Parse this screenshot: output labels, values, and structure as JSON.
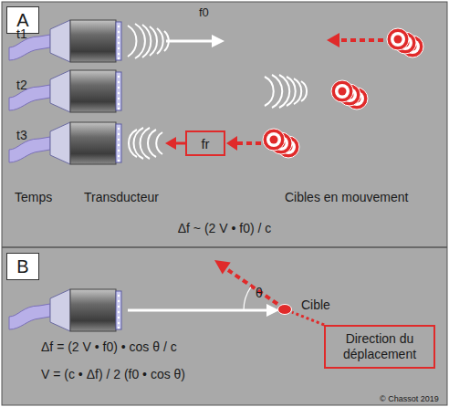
{
  "diagram": {
    "nodes": [
      {
        "text": [
          "A"
        ]
      },
      {
        "text": [
          "fr"
        ]
      },
      {
        "text": [
          "B"
        ]
      },
      {
        "text": [
          "Cible"
        ]
      },
      {
        "text": [
          "Direction du déplacement"
        ]
      }
    ],
    "edges": [
      {
        "from": 4,
        "to": 3,
        "arrow": "none"
      }
    ],
    "labels": [
      "t1",
      "t2",
      "t3",
      "f0",
      "Temps",
      "Transducteur",
      "Cibles en mouvement",
      "Δf ~ (2 V • f0) / c",
      "θ",
      "Δf = (2 V • f0) • cos θ / c",
      "V = (c • Δf) / 2 (f0 • cos θ)",
      "© Chassot 2019"
    ]
  }
}
